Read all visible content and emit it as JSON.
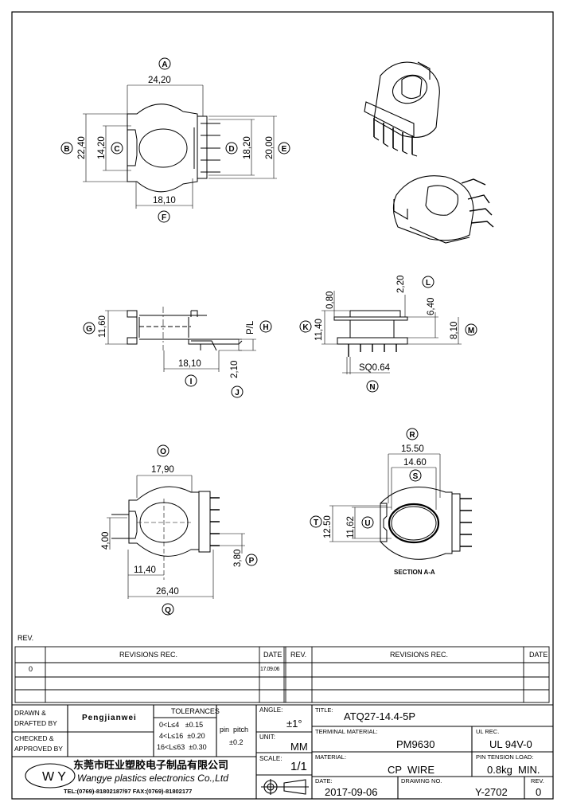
{
  "callouts": {
    "A": "A",
    "B": "B",
    "C": "C",
    "D": "D",
    "E": "E",
    "F": "F",
    "G": "G",
    "H": "H",
    "I": "I",
    "J": "J",
    "K": "K",
    "L": "L",
    "M": "M",
    "N": "N",
    "O": "O",
    "P": "P",
    "Q": "Q",
    "R": "R",
    "S": "S",
    "T": "T",
    "U": "U"
  },
  "dimensions": {
    "A": "24,20",
    "B": "22,40",
    "C": "14,20",
    "D": "18,20",
    "E": "20,00",
    "F": "18,10",
    "G": "11,60",
    "H": "P/L",
    "I": "18,10",
    "J": "2,10",
    "K": "11,40",
    "K_top": "0,80",
    "L": "2,20",
    "L2": "6,40",
    "M": "8,10",
    "N": "SQ0.64",
    "O": "17,90",
    "O_side": "4,00",
    "O_mid": "11,40",
    "P": "3,80",
    "Q": "26,40",
    "R": "15.50",
    "S": "14.60",
    "T": "12.50",
    "U": "11,62"
  },
  "section_label": "SECTION A-A",
  "revisions": {
    "caption": "REV.",
    "headers": {
      "rev": "REV.",
      "rec": "REVISIONS   REC.",
      "date": "DATE"
    },
    "rows": [
      {
        "rev": "0",
        "rec": "",
        "date": "17.09.06"
      }
    ]
  },
  "title_block": {
    "drawn_label": "DRAWN &\nDRAFTED BY",
    "drawn_value": "Pengjianwei",
    "checked_label": "CHECKED &\nAPPROVED BY",
    "tolerances_title": "TOLERANCES",
    "tolerances": [
      "0<L≤4   ±0.15",
      "4<L≤16  ±0.20",
      "16<L≤63  ±0.30"
    ],
    "pin_pitch_label": "pin  pitch",
    "pin_pitch_value": "±0.2",
    "angle_label": "ANGLE:",
    "angle_value": "±1°",
    "unit_label": "UNIT:",
    "unit_value": "MM",
    "scale_label": "SCALE:",
    "scale_value": "1/1",
    "title_label": "TITLE:",
    "title_value": "ATQ27-14.4-5P",
    "terminal_label": "TERMINAL MATERIAL:",
    "terminal_value": "PM9630",
    "ul_label": "UL REC.",
    "ul_value": "UL  94V-0",
    "material_label": "MATERIAL:",
    "material_value": "CP  WIRE",
    "pin_tension_label": "PIN TENSION LOAD:",
    "pin_tension_value": "0.8kg  MIN.",
    "date_label": "DATE:",
    "date_value": "2017-09-06",
    "drawing_no_label": "DRAWING NO.",
    "drawing_no_value": "Y-2702",
    "rev_label": "REV.",
    "rev_value": "0",
    "company_logo": "W Y",
    "company_cn": "东莞市旺业塑胶电子制品有限公司",
    "company_en": "Wangye plastics electronics Co.,Ltd",
    "company_contact": "TEL:(0769)-81802187/97  FAX:(0769)-81802177"
  }
}
